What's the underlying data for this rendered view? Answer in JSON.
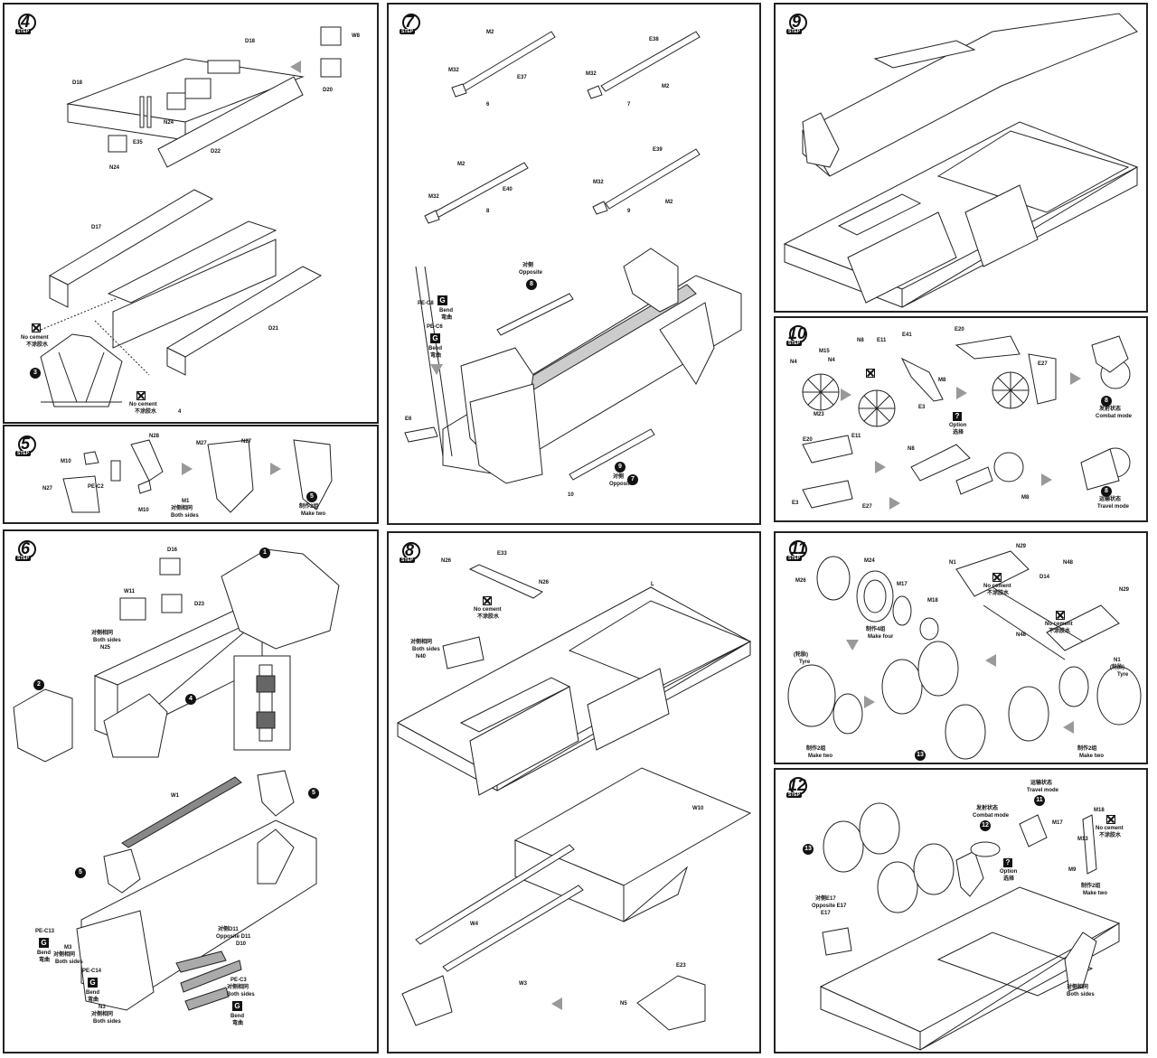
{
  "step_word": "STEP",
  "panels": {
    "s4": {
      "num": "4",
      "labels": {
        "d18a": "D18",
        "d18b": "D18",
        "w8": "W8",
        "d20": "D20",
        "n24a": "N24",
        "e35": "E35",
        "n24b": "N24",
        "d22": "D22",
        "d17": "D17",
        "d21": "D21",
        "badge": "3",
        "sub": "4"
      },
      "no_cement_1": "No cement",
      "no_cement_1_cn": "不涂胶水",
      "no_cement_2": "No cement",
      "no_cement_2_cn": "不涂胶水"
    },
    "s5": {
      "num": "5",
      "labels": {
        "n28": "N28",
        "m10a": "M10",
        "n27a": "N27",
        "m27": "M27",
        "n27b": "N27",
        "pec2": "PE-C2",
        "m10b": "M10",
        "m1": "M1"
      },
      "both_cn": "对侧相同",
      "both": "Both sides",
      "make_cn": "制作2组",
      "make": "Make two",
      "badge": "5"
    },
    "s6": {
      "num": "6",
      "labels": {
        "d16": "D16",
        "w11": "W11",
        "d23": "D23",
        "n25": "N25",
        "w1": "W1",
        "pec13": "PE-C13",
        "m3": "M3",
        "pec14": "PE-C14",
        "n3": "N3",
        "d10": "D10",
        "pec3": "PE-C3"
      },
      "both_cn_1": "对侧相同",
      "both_1": "Both sides",
      "opp_cn": "对侧D11",
      "opp": "Opposite D11",
      "bend": "Bend",
      "bend_cn": "弯曲",
      "both_cn_2": "对侧相同",
      "both_2": "Both sides",
      "both_cn_3": "对侧相同",
      "both_3": "Both sides",
      "badges": {
        "b1": "1",
        "b2": "2",
        "b4": "4",
        "b5a": "5",
        "b5b": "5"
      }
    },
    "s7": {
      "num": "7",
      "labels": {
        "m2a": "M2",
        "m32a": "M32",
        "e37": "E37",
        "e38": "E38",
        "m32b": "M32",
        "m2b": "M2",
        "m2c": "M2",
        "m32c": "M32",
        "e40": "E40",
        "e39": "E39",
        "m32d": "M32",
        "m2d": "M2",
        "pec8": "PE-C8",
        "pec6": "PE-C6",
        "e6": "E6"
      },
      "sub": {
        "s6": "6",
        "s7": "7",
        "s8": "8",
        "s9": "9",
        "s10": "10"
      },
      "opp_cn": "对侧",
      "opp": "Opposite",
      "bend": "Bend",
      "bend_cn": "弯曲",
      "badge8": "8",
      "badge9": "9",
      "badge7": "7"
    },
    "s8": {
      "num": "8",
      "labels": {
        "n26a": "N26",
        "e33": "E33",
        "n26b": "N26",
        "n40": "N40",
        "l": "L",
        "w10": "W10",
        "w4": "W4",
        "w3": "W3",
        "e23": "E23",
        "n5": "N5"
      },
      "no_cement": "No cement",
      "no_cement_cn": "不涂胶水",
      "both_cn": "对侧相同",
      "both": "Both sides"
    },
    "s9": {
      "num": "9"
    },
    "s10": {
      "num": "10",
      "labels": {
        "m15": "M15",
        "n4a": "N4",
        "n4b": "N4",
        "n8": "N8",
        "e11": "E11",
        "e41": "E41",
        "m8": "M8",
        "m23": "M23",
        "e3": "E3",
        "e20": "E20",
        "e27": "E27",
        "e20b": "E20",
        "e11b": "E11",
        "n8b": "N8",
        "m8b": "M8",
        "e3b": "E3",
        "e27b": "E27"
      },
      "combat_cn": "发射状态",
      "combat": "Combat mode",
      "option": "Option",
      "option_cn": "选择",
      "travel_cn": "运输状态",
      "travel": "Travel mode",
      "badge_a": "8",
      "badge_b": "8"
    },
    "s11": {
      "num": "11",
      "labels": {
        "m24": "M24",
        "m26": "M26",
        "m17": "M17",
        "m18": "M18",
        "n29a": "N29",
        "n1a": "N1",
        "n48a": "N48",
        "d14": "D14",
        "n29b": "N29",
        "n48b": "N48",
        "n1b": "N1"
      },
      "make4_cn": "制作4组",
      "make4": "Make four",
      "no_cement": "No cement",
      "no_cement_cn": "不涂胶水",
      "no_cement2": "No cement",
      "no_cement2_cn": "不涂胶水",
      "tyre_cn": "(轮胎)",
      "tyre": "Tyre",
      "tyre_cn2": "(轮胎)",
      "tyre2": "Tyre",
      "make2_cn": "制作2组",
      "make2": "Make two",
      "make2b_cn": "制作2组",
      "make2b": "Make two",
      "badge": "13"
    },
    "s12": {
      "num": "12",
      "labels": {
        "m18": "M18",
        "m17": "M17",
        "m13": "M13",
        "m9": "M9",
        "e17": "E17"
      },
      "travel_cn": "运输状态",
      "travel": "Travel mode",
      "combat_cn": "发射状态",
      "combat": "Combat mode",
      "option": "Option",
      "option_cn": "选择",
      "opp_cn": "对侧E17",
      "opp": "Opposite E17",
      "no_cement": "No cement",
      "no_cement_cn": "不涂胶水",
      "make_cn": "制作2组",
      "make": "Make two",
      "both_cn": "对侧相同",
      "both": "Both sides",
      "badge13": "13",
      "badge11": "11",
      "badge12": "12"
    }
  }
}
